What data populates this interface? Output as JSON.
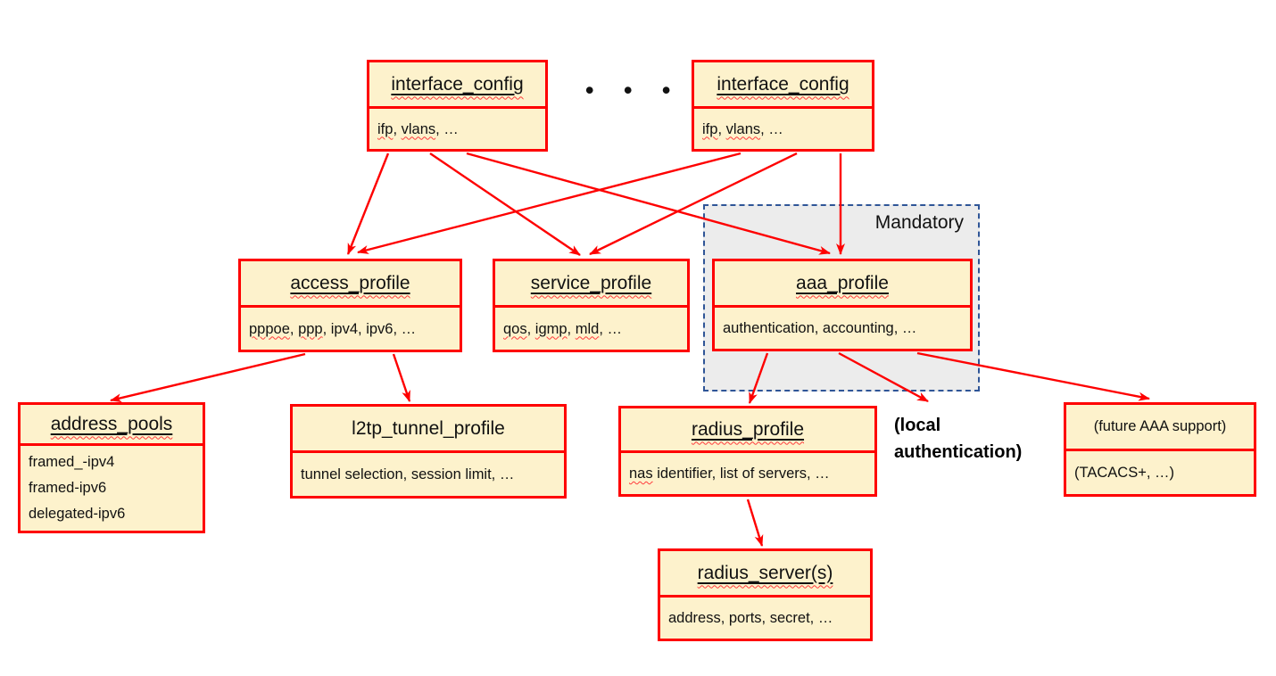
{
  "colors": {
    "box_fill": "#FDF2CC",
    "box_border": "#FE0000",
    "arrow": "#FE0000",
    "squiggle": "#FF3B3B",
    "mandatory_fill": "#ECECEC",
    "mandatory_border": "#2F5597",
    "text": "#111111"
  },
  "annotations": {
    "dots": "• • •",
    "mandatory_label": "Mandatory",
    "local_auth_line1": "(local",
    "local_auth_line2": "authentication)"
  },
  "nodes": {
    "interface_config_left": {
      "title": "interface_config",
      "title_class": "tu",
      "body": [
        [
          {
            "t": "ifp",
            "sq": true
          },
          {
            "t": ", "
          },
          {
            "t": "vlans",
            "sq": true
          },
          {
            "t": ", …"
          }
        ]
      ]
    },
    "interface_config_right": {
      "title": "interface_config",
      "title_class": "tu",
      "body": [
        [
          {
            "t": "ifp",
            "sq": true
          },
          {
            "t": ", "
          },
          {
            "t": "vlans",
            "sq": true
          },
          {
            "t": ", …"
          }
        ]
      ]
    },
    "access_profile": {
      "title": "access_profile",
      "title_class": "tu",
      "body": [
        [
          {
            "t": "pppoe",
            "sq": true
          },
          {
            "t": ", "
          },
          {
            "t": "ppp",
            "sq": true
          },
          {
            "t": ", ipv4, ipv6, …"
          }
        ]
      ]
    },
    "service_profile": {
      "title": "service_profile",
      "title_class": "tu",
      "body": [
        [
          {
            "t": "qos",
            "sq": true
          },
          {
            "t": ", "
          },
          {
            "t": "igmp",
            "sq": true
          },
          {
            "t": ", "
          },
          {
            "t": "mld",
            "sq": true
          },
          {
            "t": ", …"
          }
        ]
      ]
    },
    "aaa_profile": {
      "title": "aaa_profile",
      "title_class": "tu",
      "body": [
        [
          {
            "t": "authentication, accounting, …"
          }
        ]
      ]
    },
    "address_pools": {
      "title": "address_pools",
      "title_class": "tu",
      "body": [
        [
          {
            "t": "framed_-ipv4"
          }
        ],
        [
          {
            "t": "framed-ipv6"
          }
        ],
        [
          {
            "t": "delegated-ipv6"
          }
        ]
      ]
    },
    "l2tp_tunnel_profile": {
      "title": "l2tp_tunnel_profile",
      "title_class": "tp",
      "body": [
        [
          {
            "t": "tunnel selection, session limit, …"
          }
        ]
      ]
    },
    "radius_profile": {
      "title": "radius_profile",
      "title_class": "tu",
      "body": [
        [
          {
            "t": "nas",
            "sq": true
          },
          {
            "t": " identifier, list of servers, …"
          }
        ]
      ]
    },
    "future_aaa": {
      "title": "(future AAA support)",
      "title_class": "tps",
      "body": [
        [
          {
            "t": "(TACACS+, …)"
          }
        ]
      ]
    },
    "radius_servers": {
      "title": "radius_server(s)",
      "title_class": "tu",
      "body": [
        [
          {
            "t": "address, ports, secret, …"
          }
        ]
      ]
    }
  }
}
